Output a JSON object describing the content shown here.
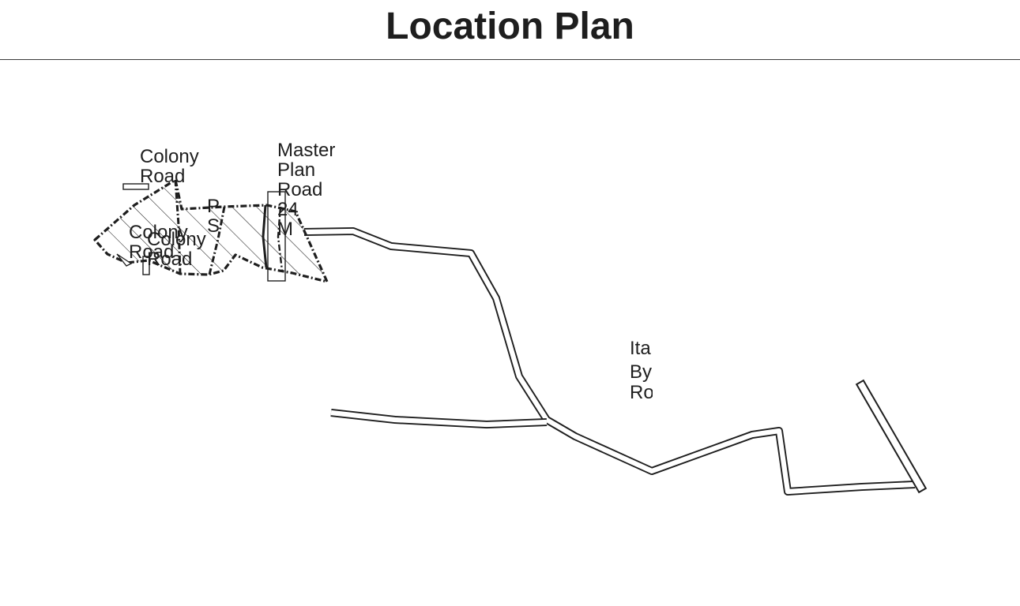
{
  "title": "Location Plan",
  "map_labels": {
    "colony_road_top": [
      "Colony",
      "Road"
    ],
    "colony_road_left": [
      "Colony",
      "Road"
    ],
    "colony_road_center": [
      "Colony",
      "Road"
    ],
    "partial_p_s": [
      "P",
      "S"
    ],
    "master_plan_road": [
      "Master",
      "Plan",
      "Road",
      "24",
      "M"
    ],
    "ita_bypass_road": [
      "Ita",
      "By",
      "Ro"
    ]
  },
  "colors": {
    "ink": "#1e1e1e",
    "background": "#ffffff"
  }
}
